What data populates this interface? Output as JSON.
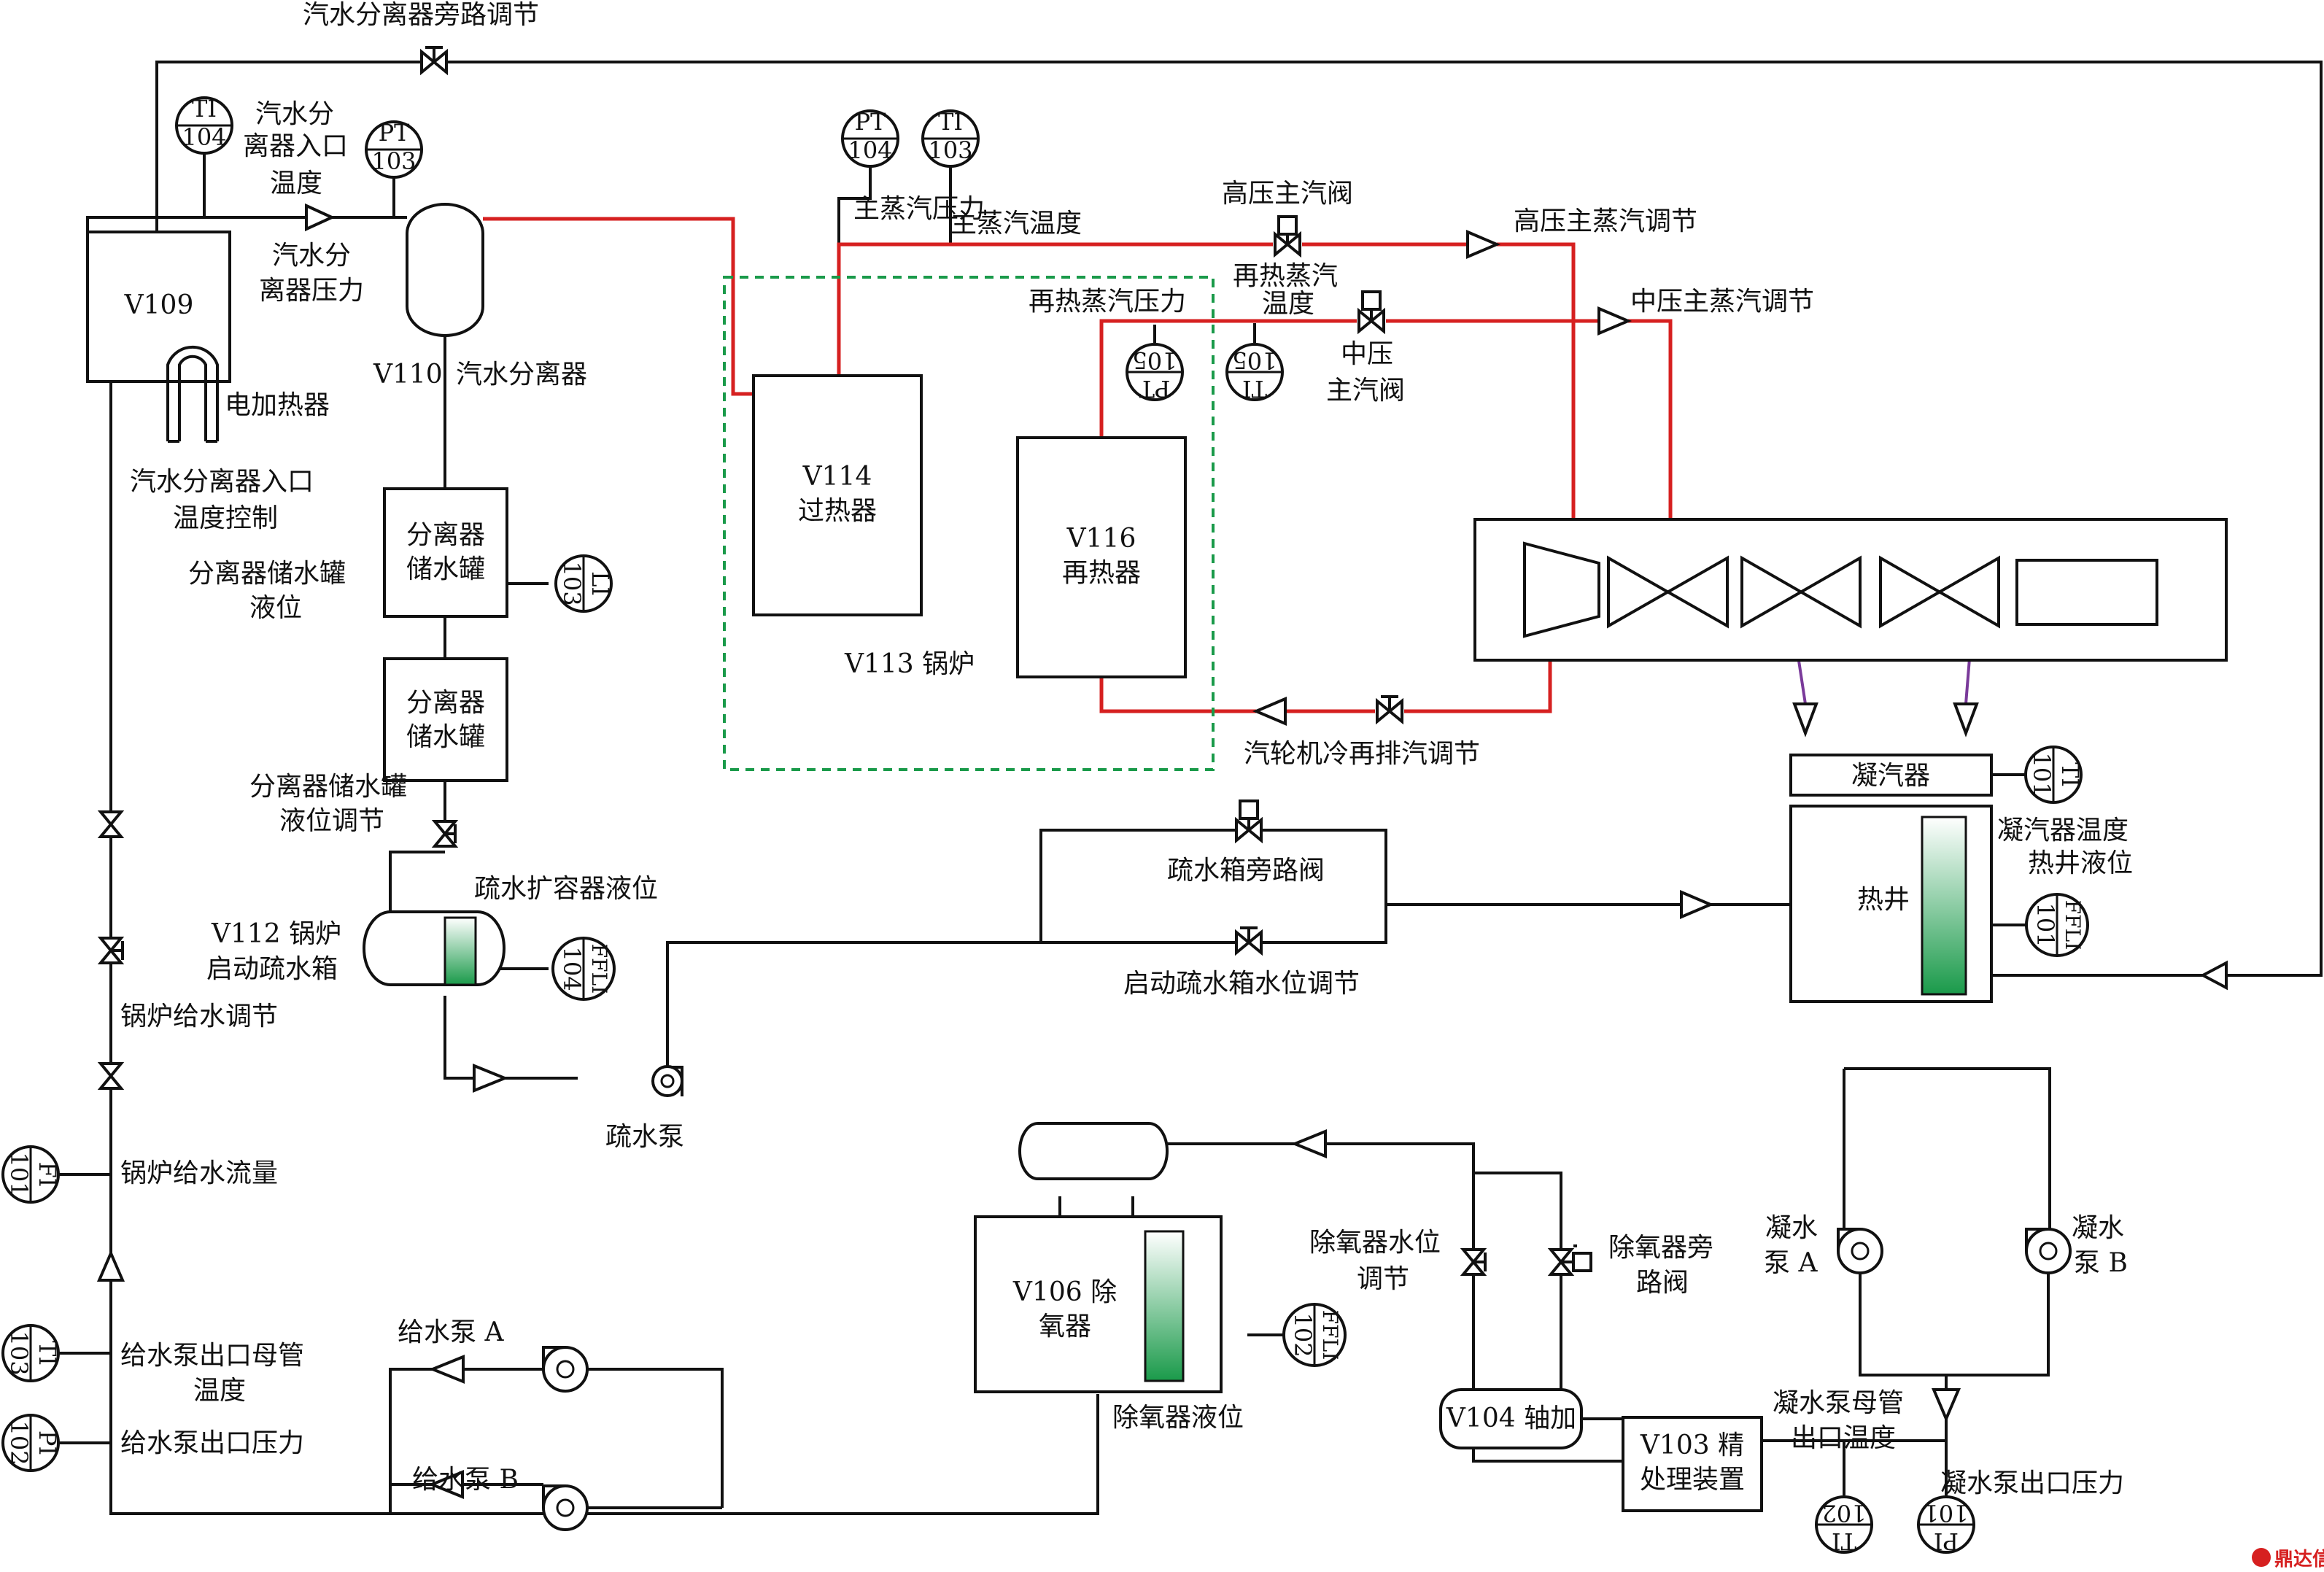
{
  "colors": {
    "steam_line": "#d62020",
    "extraction_line": "#7a3a9a",
    "boiler_boundary": "#1a9a4a",
    "level_fill": "#1a9a4a"
  },
  "labels": {
    "bypass_valve": "汽水分离器旁路调节",
    "sep_in_temp_a": "汽水分",
    "sep_in_temp_b": "离器入口",
    "sep_in_temp_c": "温度",
    "sep_pressure_a": "汽水分",
    "sep_pressure_b": "离器压力",
    "v109": "V109",
    "heater": "电加热器",
    "v110": "V110",
    "separator": "汽水分离器",
    "sep_in_temp_ctrl_a": "汽水分离器入口",
    "sep_in_temp_ctrl_b": "温度控制",
    "tank_level_a": "分离器储水罐",
    "tank_level_b": "液位",
    "tank1_a": "分离器",
    "tank1_b": "储水罐",
    "tank2_a": "分离器",
    "tank2_b": "储水罐",
    "tank_level_ctrl_a": "分离器储水罐",
    "tank_level_ctrl_b": "液位调节",
    "drain_level": "疏水扩容器液位",
    "v112_a": "V112 锅炉",
    "v112_b": "启动疏水箱",
    "feed_ctrl": "锅炉给水调节",
    "feed_flow": "锅炉给水流量",
    "pump_out_temp_a": "给水泵出口母管",
    "pump_out_temp_b": "温度",
    "pump_out_pressure": "给水泵出口压力",
    "feed_pump_a": "给水泵 A",
    "feed_pump_b": "给水泵 B",
    "drain_pump": "疏水泵",
    "main_pressure": "主蒸汽压力",
    "main_temp": "主蒸汽温度",
    "hp_valve": "高压主汽阀",
    "hp_ctrl": "高压主蒸汽调节",
    "reheat_temp_a": "再热蒸汽",
    "reheat_temp_b": "温度",
    "reheat_pressure": "再热蒸汽压力",
    "ip_ctrl": "中压主蒸汽调节",
    "ip_valve_a": "中压",
    "ip_valve_b": "主汽阀",
    "v114_a": "V114",
    "v114_b": "过热器",
    "v116_a": "V116",
    "v116_b": "再热器",
    "v113": "V113 锅炉",
    "cold_reheat": "汽轮机冷再排汽调节",
    "condenser": "凝汽器",
    "cond_temp": "凝汽器温度",
    "hotwell_level": "热井液位",
    "hotwell": "热井",
    "drain_bypass": "疏水箱旁路阀",
    "drain_level_ctrl": "启动疏水箱水位调节",
    "v106_a": "V106 除",
    "v106_b": "氧器",
    "deaer_level": "除氧器液位",
    "deaer_level_ctrl_a": "除氧器水位",
    "deaer_level_ctrl_b": "调节",
    "deaer_bypass_a": "除氧器旁",
    "deaer_bypass_b": "路阀",
    "v104": "V104 轴加",
    "v103_a": "V103 精",
    "v103_b": "处理装置",
    "cond_pump_a1": "凝水",
    "cond_pump_a2": "泵 A",
    "cond_pump_b1": "凝水",
    "cond_pump_b2": "泵 B",
    "cond_header_temp_a": "凝水泵母管",
    "cond_header_temp_b": "出口温度",
    "cond_out_pressure": "凝水泵出口压力",
    "watermark": "鼎达信"
  },
  "instruments": {
    "ti104": {
      "tag": "TI",
      "num": "104"
    },
    "pt103": {
      "tag": "PT",
      "num": "103"
    },
    "pt104": {
      "tag": "PT",
      "num": "104"
    },
    "ti103t": {
      "tag": "TI",
      "num": "103"
    },
    "pt105": {
      "tag": "PT",
      "num": "105"
    },
    "ti105": {
      "tag": "TI",
      "num": "105"
    },
    "li103": {
      "tag": "LI",
      "num": "103"
    },
    "ffli104": {
      "tag": "FFLI",
      "num": "104"
    },
    "fi101": {
      "tag": "FI",
      "num": "101"
    },
    "ti103b": {
      "tag": "TI",
      "num": "103"
    },
    "pi102": {
      "tag": "PI",
      "num": "102"
    },
    "ti101": {
      "tag": "TI",
      "num": "101"
    },
    "ffli101": {
      "tag": "FFLI",
      "num": "101"
    },
    "ffli102": {
      "tag": "FFLI",
      "num": "102"
    },
    "ti102": {
      "tag": "TI",
      "num": "102"
    },
    "pi101": {
      "tag": "PI",
      "num": "101"
    }
  }
}
